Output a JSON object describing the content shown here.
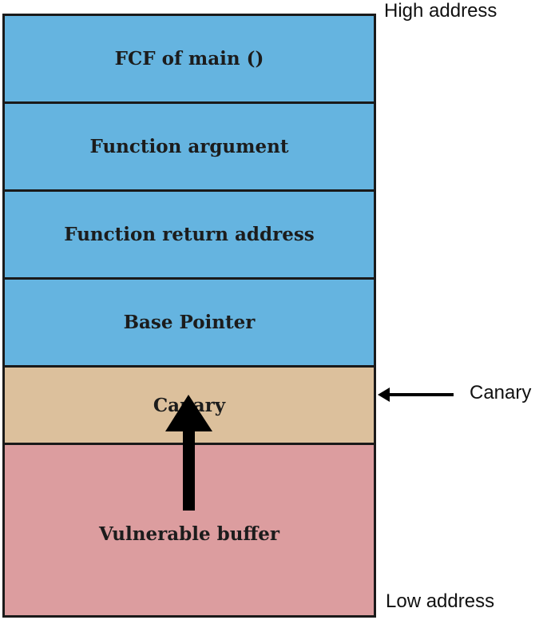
{
  "segments": [
    {
      "label": "FCF of main ()",
      "color": "#65b4e0"
    },
    {
      "label": "Function argument",
      "color": "#65b4e0"
    },
    {
      "label": "Function return address",
      "color": "#65b4e0"
    },
    {
      "label": "Base Pointer",
      "color": "#65b4e0"
    },
    {
      "label": "Canary",
      "color": "#dcc09c"
    },
    {
      "label": "Vulnerable buffer",
      "color": "#dc9d9f"
    }
  ],
  "labels": {
    "high_address": "High address",
    "low_address": "Low address",
    "canary_pointer": "Canary"
  }
}
